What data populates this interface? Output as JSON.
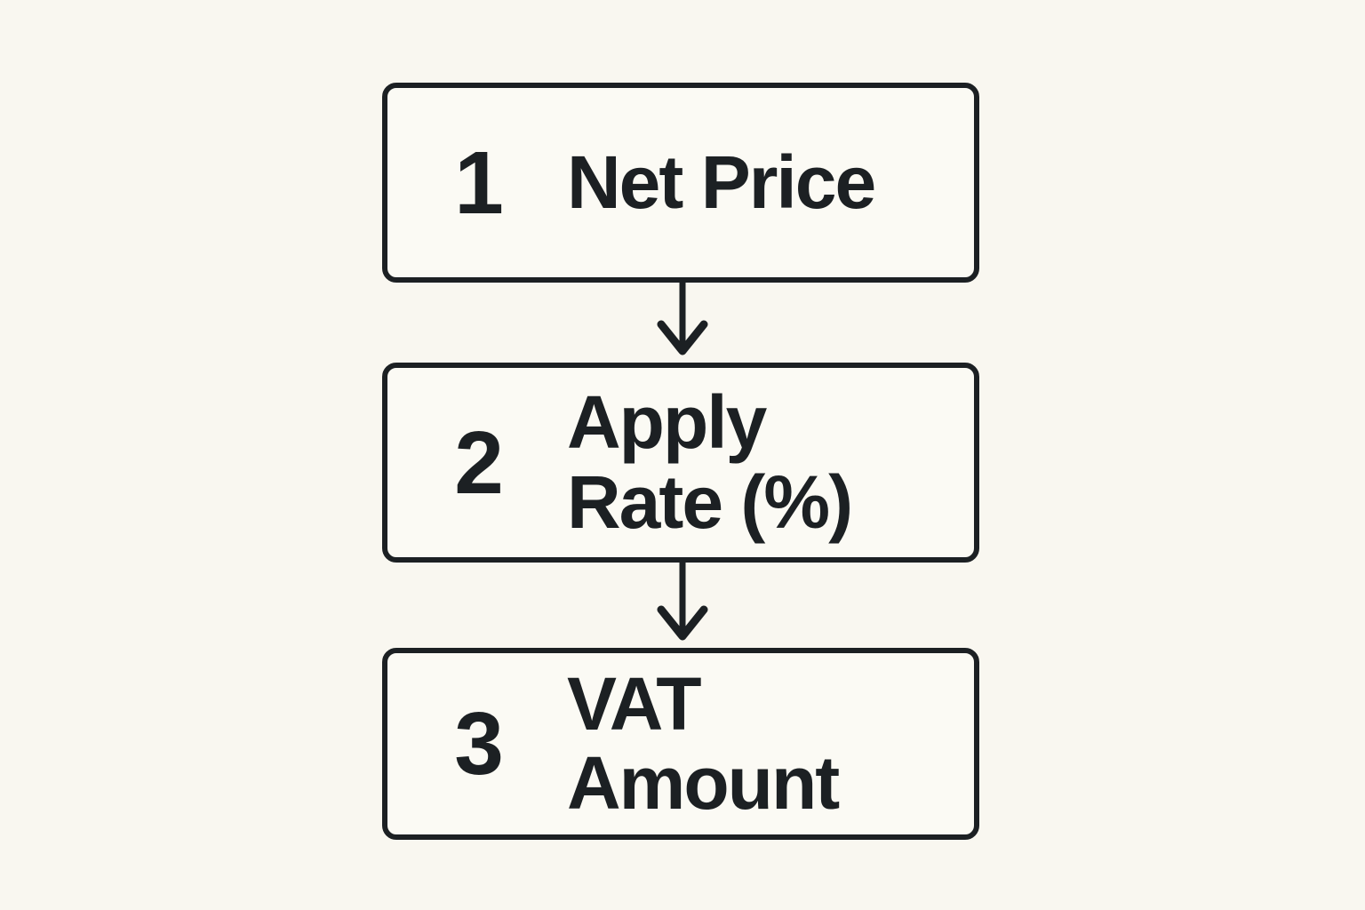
{
  "colors": {
    "background": "#f9f7f0",
    "box_fill": "#fbfaf4",
    "ink": "#1c2023"
  },
  "steps": [
    {
      "number": "1",
      "label_lines": [
        "Net Price"
      ]
    },
    {
      "number": "2",
      "label_lines": [
        "Apply",
        "Rate (%)"
      ]
    },
    {
      "number": "3",
      "label_lines": [
        "VAT Amount"
      ]
    }
  ]
}
